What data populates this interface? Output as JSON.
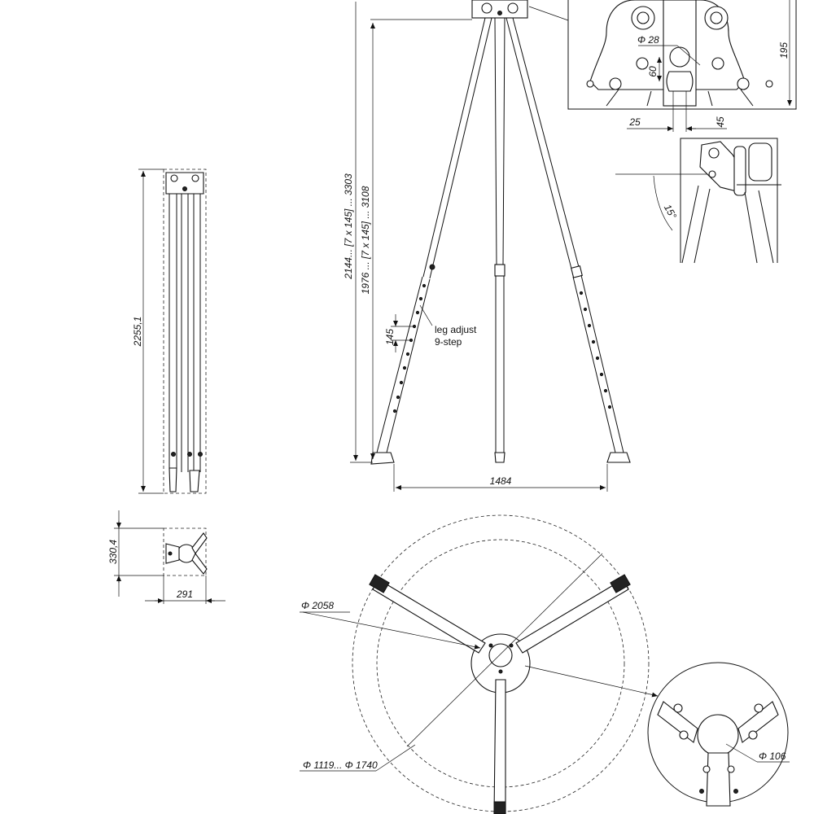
{
  "dimensions": {
    "folded_height": "2255,1",
    "folded_depth": "330,4",
    "folded_width": "291",
    "overall_height": "2144... [7 x 145] ... 3303",
    "leg_height": "1976 ... [7 x 145] ... 3108",
    "step": "145",
    "base_span": "1484",
    "detail_height": "195",
    "pin_diameter": "Φ 28",
    "detail_60": "60",
    "detail_25": "25",
    "detail_45": "45",
    "leg_angle": "15°",
    "outer_circle": "Φ 2058",
    "footprint_range": "Φ 1119... Φ 1740",
    "hub_diameter": "Φ 106"
  },
  "annotation": {
    "line1": "leg adjust",
    "line2": "9-step"
  }
}
